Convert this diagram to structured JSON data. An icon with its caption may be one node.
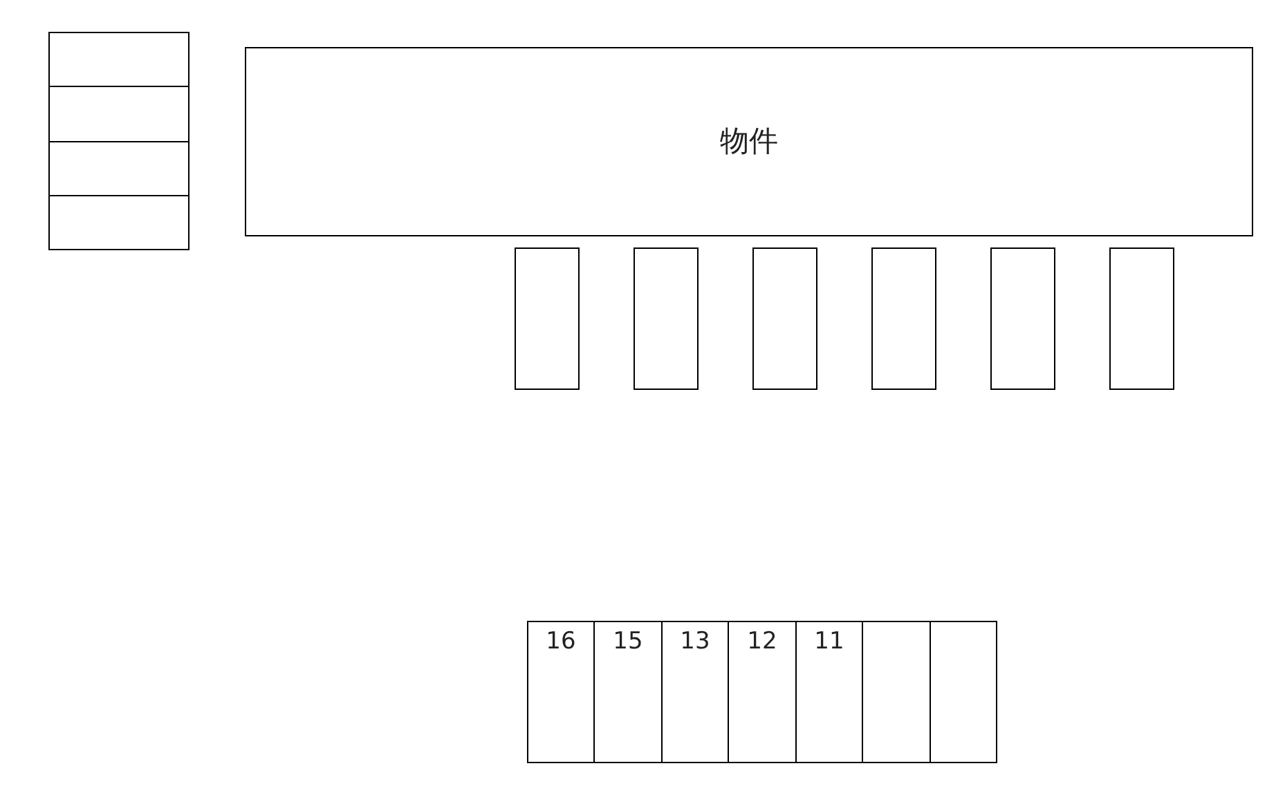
{
  "diagram": {
    "nodes": [
      {
        "text": [],
        "shape": "box"
      },
      {
        "text": [],
        "shape": "box"
      },
      {
        "text": [],
        "shape": "box"
      },
      {
        "text": [],
        "shape": "box"
      },
      {
        "text": [
          "物件"
        ]
      },
      {
        "text": [],
        "shape": "box"
      },
      {
        "text": [],
        "shape": "box"
      },
      {
        "text": [],
        "shape": "box"
      },
      {
        "text": [],
        "shape": "box"
      },
      {
        "text": [],
        "shape": "box"
      },
      {
        "text": [],
        "shape": "box"
      },
      {
        "text": [
          "16"
        ]
      },
      {
        "text": [
          "15"
        ]
      },
      {
        "text": [
          "13"
        ]
      },
      {
        "text": [
          "12"
        ]
      },
      {
        "text": [
          "11"
        ]
      },
      {
        "text": [],
        "shape": "box"
      },
      {
        "text": [],
        "shape": "box"
      }
    ]
  }
}
